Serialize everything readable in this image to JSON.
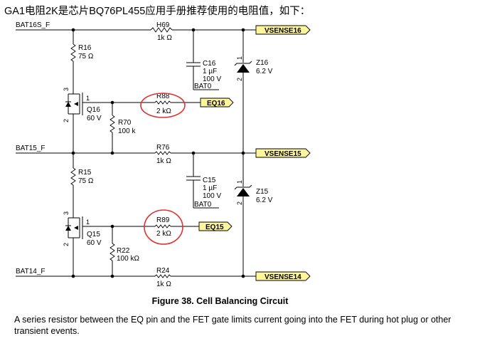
{
  "heading": "GA1电阻2K是芯片BQ76PL455应用手册推荐使用的电阻值，如下：",
  "figure_caption": "Figure 38.  Cell Balancing Circuit",
  "note": "A series resistor between the EQ pin and the FET gate limits current going into the FET during hot plug or other transient events.",
  "nets": {
    "bat16s": "BAT16S_F",
    "bat15": "BAT15_F",
    "bat14": "BAT14_F",
    "bat0": "BAT0",
    "bat0_b": "BAT0"
  },
  "tags": {
    "vsense16": "VSENSE16",
    "vsense15": "VSENSE15",
    "vsense14": "VSENSE14",
    "eq16": "EQ16",
    "eq15": "EQ15"
  },
  "parts": {
    "h69": {
      "ref": "H69",
      "value": "1k Ω"
    },
    "r76": {
      "ref": "R76",
      "value": "1k Ω"
    },
    "r24": {
      "ref": "R24",
      "value": "1k Ω"
    },
    "r16": {
      "ref": "R16",
      "value": "75 Ω"
    },
    "r15": {
      "ref": "R15",
      "value": "75 Ω"
    },
    "r88": {
      "ref": "R88",
      "value": "2 kΩ"
    },
    "r89": {
      "ref": "R89",
      "value": "2 kΩ"
    },
    "r70": {
      "ref": "R70",
      "value": "100 k"
    },
    "r22": {
      "ref": "R22",
      "value": "100 kΩ"
    },
    "c16": {
      "ref": "C16",
      "value": "1 µF",
      "voltage": "100 V"
    },
    "c15": {
      "ref": "C15",
      "value": "1 µF",
      "voltage": "100 V"
    },
    "q16": {
      "ref": "Q16",
      "value": "60 V"
    },
    "q15": {
      "ref": "Q15",
      "value": "60 V"
    },
    "z16": {
      "ref": "Z16",
      "value": "6.2 V"
    },
    "z15": {
      "ref": "Z15",
      "value": "6.2 V"
    }
  },
  "pins": {
    "one": "1",
    "two": "2",
    "three": "3"
  },
  "highlight_color": "#e03030",
  "tag_color": "#fff59a"
}
